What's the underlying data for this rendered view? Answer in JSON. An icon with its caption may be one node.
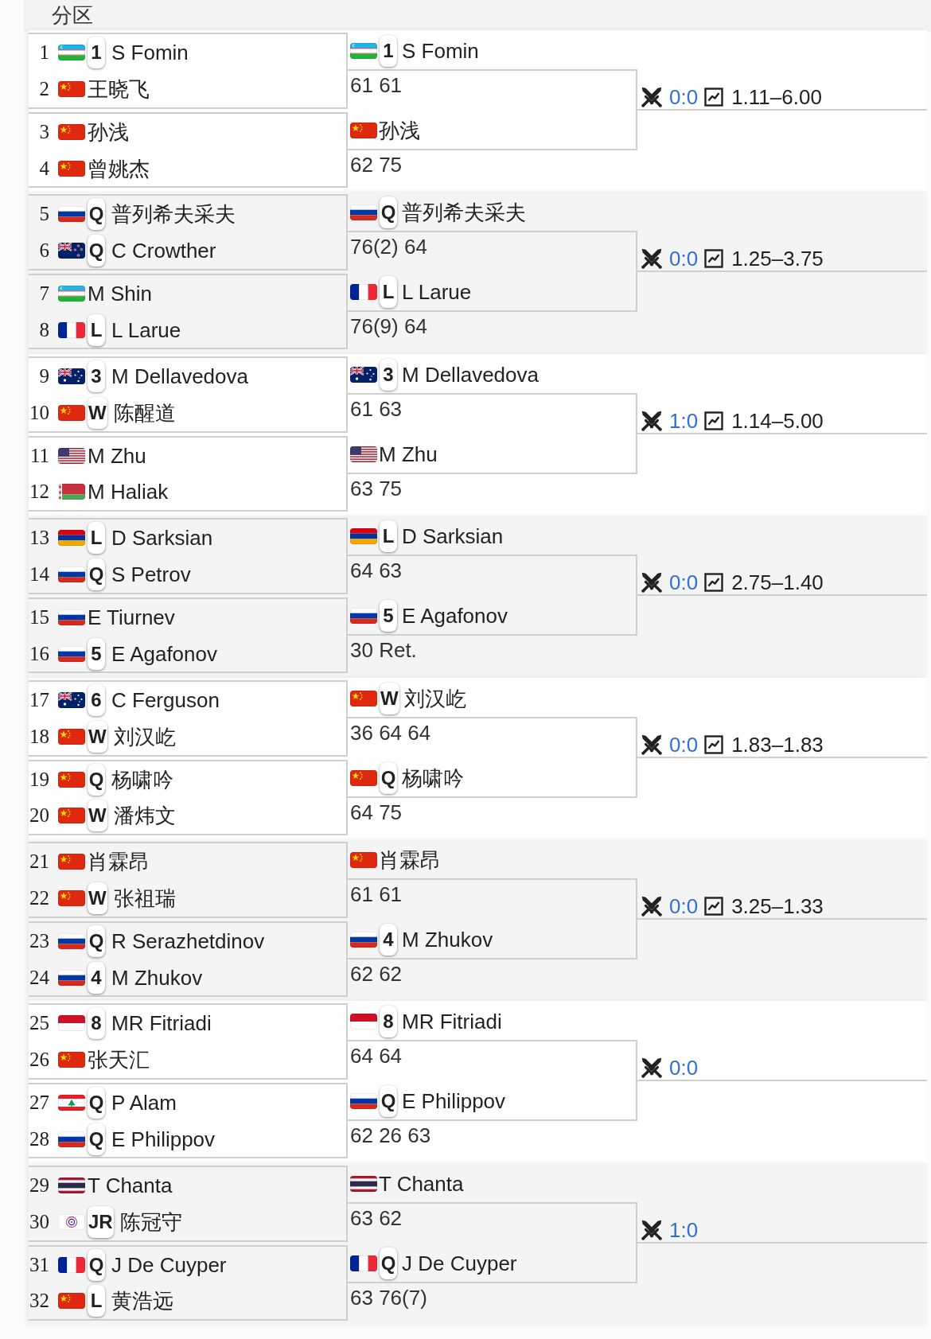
{
  "diagram": {
    "title": "分区",
    "nodes": [
      {
        "text": [],
        "shape": "box"
      },
      {
        "text": [
          "1",
          "1",
          "S Fomin"
        ],
        "in": 0
      },
      {
        "text": [
          "2",
          "王晓飞"
        ],
        "in": 0
      },
      {
        "text": [],
        "shape": "box"
      },
      {
        "text": [
          "3",
          "孙浅"
        ],
        "in": 3
      },
      {
        "text": [
          "4",
          "曾姚杰"
        ],
        "in": 3
      },
      {
        "text": [
          "1",
          "S Fomin"
        ],
        "beside": [
          "61 61"
        ]
      },
      {
        "text": [
          "孙浅"
        ],
        "beside": [
          "62 75"
        ]
      },
      {
        "text": [
          "0:0",
          "1.11–6.00"
        ]
      },
      {
        "text": [],
        "shape": "box"
      },
      {
        "text": [
          "5",
          "Q",
          "普列希夫采夫"
        ],
        "in": 9
      },
      {
        "text": [
          "6",
          "Q",
          "C Crowther"
        ],
        "in": 9
      },
      {
        "text": [],
        "shape": "box"
      },
      {
        "text": [
          "7",
          "M Shin"
        ],
        "in": 12
      },
      {
        "text": [
          "8",
          "L",
          "L Larue"
        ],
        "in": 12
      },
      {
        "text": [
          "Q",
          "普列希夫采夫"
        ],
        "beside": [
          "76(2) 64"
        ]
      },
      {
        "text": [
          "L",
          "L Larue"
        ],
        "beside": [
          "76(9) 64"
        ]
      },
      {
        "text": [
          "0:0",
          "1.25–3.75"
        ]
      },
      {
        "text": [],
        "shape": "box"
      },
      {
        "text": [
          "9",
          "3",
          "M Dellavedova"
        ],
        "in": 18
      },
      {
        "text": [
          "10",
          "W",
          "陈醒道"
        ],
        "in": 18
      },
      {
        "text": [],
        "shape": "box"
      },
      {
        "text": [
          "11",
          "M Zhu"
        ],
        "in": 21
      },
      {
        "text": [
          "12",
          "M Haliak"
        ],
        "in": 21
      },
      {
        "text": [
          "3",
          "M Dellavedova"
        ],
        "beside": [
          "61 63"
        ]
      },
      {
        "text": [
          "M Zhu"
        ],
        "beside": [
          "63 75"
        ]
      },
      {
        "text": [
          "1:0",
          "1.14–5.00"
        ]
      },
      {
        "text": [],
        "shape": "box"
      },
      {
        "text": [
          "13",
          "L",
          "D Sarksian"
        ],
        "in": 27
      },
      {
        "text": [
          "14",
          "Q",
          "S Petrov"
        ],
        "in": 27
      },
      {
        "text": [],
        "shape": "box"
      },
      {
        "text": [
          "15",
          "E Tiurnev"
        ],
        "in": 30
      },
      {
        "text": [
          "16",
          "5",
          "E Agafonov"
        ],
        "in": 30
      },
      {
        "text": [
          "L",
          "D Sarksian"
        ],
        "beside": [
          "64 63"
        ]
      },
      {
        "text": [
          "5",
          "E Agafonov"
        ],
        "beside": [
          "30 Ret."
        ]
      },
      {
        "text": [
          "0:0",
          "2.75–1.40"
        ]
      },
      {
        "text": [],
        "shape": "box"
      },
      {
        "text": [
          "17",
          "6",
          "C Ferguson"
        ],
        "in": 36
      },
      {
        "text": [
          "18",
          "W",
          "刘汉屹"
        ],
        "in": 36
      },
      {
        "text": [],
        "shape": "box"
      },
      {
        "text": [
          "19",
          "Q",
          "杨啸吟"
        ],
        "in": 39
      },
      {
        "text": [
          "20",
          "W",
          "潘炜文"
        ],
        "in": 39
      },
      {
        "text": [
          "W",
          "刘汉屹"
        ],
        "beside": [
          "36 64 64"
        ]
      },
      {
        "text": [
          "Q",
          "杨啸吟"
        ],
        "beside": [
          "64 75"
        ]
      },
      {
        "text": [
          "0:0",
          "1.83–1.83"
        ]
      },
      {
        "text": [],
        "shape": "box"
      },
      {
        "text": [
          "21",
          "肖霖昂"
        ],
        "in": 45
      },
      {
        "text": [
          "22",
          "W",
          "张祖瑞"
        ],
        "in": 45
      },
      {
        "text": [],
        "shape": "box"
      },
      {
        "text": [
          "23",
          "Q",
          "R Serazhetdinov"
        ],
        "in": 48
      },
      {
        "text": [
          "24",
          "4",
          "M Zhukov"
        ],
        "in": 48
      },
      {
        "text": [
          "肖霖昂"
        ],
        "beside": [
          "61 61"
        ]
      },
      {
        "text": [
          "4",
          "M Zhukov"
        ],
        "beside": [
          "62 62"
        ]
      },
      {
        "text": [
          "0:0",
          "3.25–1.33"
        ]
      },
      {
        "text": [],
        "shape": "box"
      },
      {
        "text": [
          "25",
          "8",
          "MR Fitriadi"
        ],
        "in": 54
      },
      {
        "text": [
          "26",
          "张天汇"
        ],
        "in": 54
      },
      {
        "text": [],
        "shape": "box"
      },
      {
        "text": [
          "27",
          "Q",
          "P Alam"
        ],
        "in": 57
      },
      {
        "text": [
          "28",
          "Q",
          "E Philippov"
        ],
        "in": 57
      },
      {
        "text": [
          "8",
          "MR Fitriadi"
        ],
        "beside": [
          "64 64"
        ]
      },
      {
        "text": [
          "Q",
          "E Philippov"
        ],
        "beside": [
          "62 26 63"
        ]
      },
      {
        "text": [
          "0:0"
        ]
      },
      {
        "text": [],
        "shape": "box"
      },
      {
        "text": [
          "29",
          "T Chanta"
        ],
        "in": 63
      },
      {
        "text": [
          "30",
          "JR",
          "陈冠守"
        ],
        "in": 63
      },
      {
        "text": [],
        "shape": "box"
      },
      {
        "text": [
          "31",
          "Q",
          "J De Cuyper"
        ],
        "in": 66
      },
      {
        "text": [
          "32",
          "L",
          "黄浩远"
        ],
        "in": 66
      },
      {
        "text": [
          "T Chanta"
        ],
        "beside": [
          "63 62"
        ]
      },
      {
        "text": [
          "Q",
          "J De Cuyper"
        ],
        "beside": [
          "63 76(7)"
        ]
      },
      {
        "text": [
          "1:0"
        ]
      }
    ],
    "edges": [
      {
        "from": 6,
        "to": 8,
        "arrow": "none"
      },
      {
        "from": 7,
        "to": 8,
        "arrow": "none"
      },
      {
        "from": 15,
        "to": 17,
        "arrow": "none"
      },
      {
        "from": 16,
        "to": 17,
        "arrow": "none"
      },
      {
        "from": 24,
        "to": 26,
        "arrow": "none"
      },
      {
        "from": 25,
        "to": 26,
        "arrow": "none"
      },
      {
        "from": 33,
        "to": 35,
        "arrow": "none"
      },
      {
        "from": 34,
        "to": 35,
        "arrow": "none"
      },
      {
        "from": 42,
        "to": 44,
        "arrow": "none"
      },
      {
        "from": 43,
        "to": 44,
        "arrow": "none"
      },
      {
        "from": 51,
        "to": 53,
        "arrow": "none"
      },
      {
        "from": 52,
        "to": 53,
        "arrow": "none"
      },
      {
        "from": 60,
        "to": 62,
        "arrow": "none"
      },
      {
        "from": 61,
        "to": 62,
        "arrow": "none"
      },
      {
        "from": 69,
        "to": 71,
        "arrow": "none"
      },
      {
        "from": 70,
        "to": 71,
        "arrow": "none"
      }
    ]
  }
}
